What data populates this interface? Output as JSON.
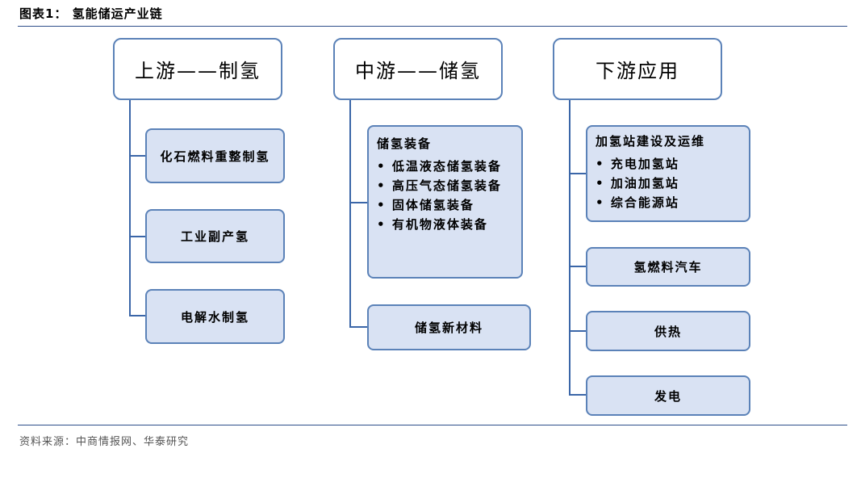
{
  "figure": {
    "title": "图表1：  氢能储运产业链",
    "source": "资料来源：中商情报网、华泰研究"
  },
  "columns": [
    {
      "header": "上游——制氢",
      "items": [
        {
          "label": "化石燃料重整制氢"
        },
        {
          "label": "工业副产氢"
        },
        {
          "label": "电解水制氢"
        }
      ]
    },
    {
      "header": "中游——储氢",
      "items": [
        {
          "label": "储氢装备",
          "bullets": [
            "低温液态储氢装备",
            "高压气态储氢装备",
            "固体储氢装备",
            "有机物液体装备"
          ]
        },
        {
          "label": "储氢新材料"
        }
      ]
    },
    {
      "header": "下游应用",
      "items": [
        {
          "label": "加氢站建设及运维",
          "bullets": [
            "充电加氢站",
            "加油加氢站",
            "综合能源站"
          ]
        },
        {
          "label": "氢燃料汽车"
        },
        {
          "label": "供热"
        },
        {
          "label": "发电"
        }
      ]
    }
  ],
  "colors": {
    "border": "#5b82b8",
    "fill": "#d9e2f3",
    "connector": "#3b66a8"
  }
}
